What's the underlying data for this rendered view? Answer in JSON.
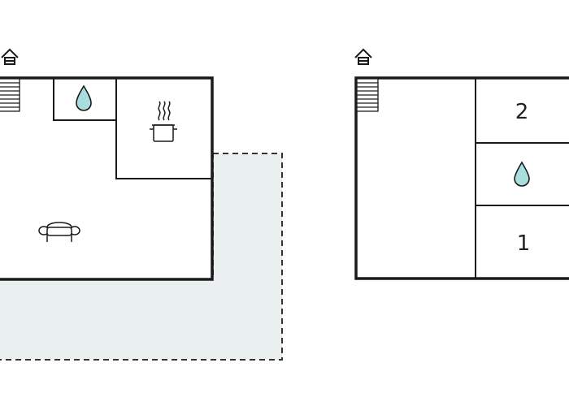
{
  "colors": {
    "wall": "#1a1a1a",
    "water": "#a8dede",
    "terrace_fill": "#eaf0ef",
    "terrace_outline": "#333333"
  },
  "floors": [
    {
      "entrance_icon": "house-entrance-icon",
      "stairs_icon": "stairs-icon",
      "rooms": [
        {
          "icon": "water-drop-icon",
          "meaning": "bathroom"
        },
        {
          "icon": "cooking-pot-icon",
          "meaning": "kitchen"
        },
        {
          "icon": "sofa-icon",
          "meaning": "living-room"
        }
      ],
      "terrace": true
    },
    {
      "entrance_icon": "house-entrance-icon",
      "stairs_icon": "stairs-icon",
      "rooms": [
        {
          "label": "2",
          "meaning": "bedroom"
        },
        {
          "icon": "water-drop-icon",
          "meaning": "bathroom"
        },
        {
          "label": "1",
          "meaning": "bedroom"
        }
      ]
    }
  ]
}
